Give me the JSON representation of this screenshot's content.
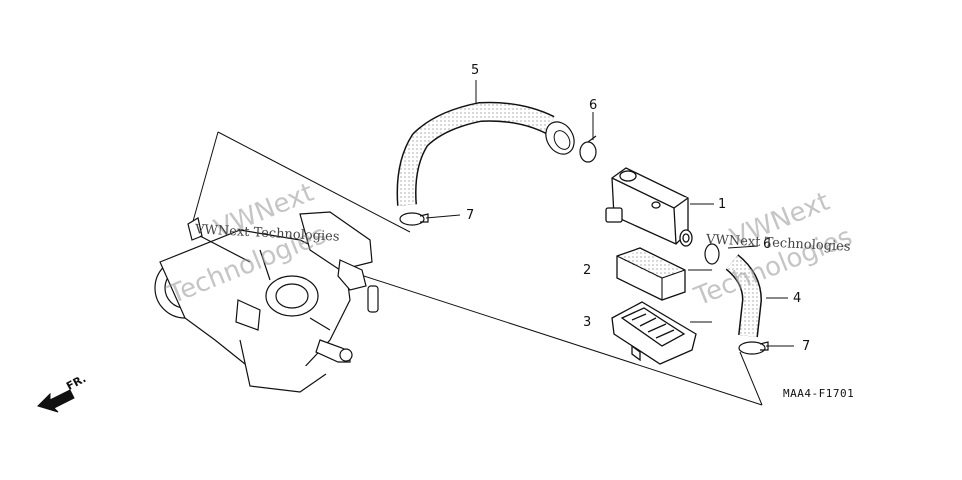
{
  "callouts": [
    {
      "id": "1",
      "text": "1"
    },
    {
      "id": "2",
      "text": "2"
    },
    {
      "id": "3",
      "text": "3"
    },
    {
      "id": "4",
      "text": "4"
    },
    {
      "id": "5",
      "text": "5"
    },
    {
      "id": "6a",
      "text": "6"
    },
    {
      "id": "6b",
      "text": "6"
    },
    {
      "id": "7a",
      "text": "7"
    },
    {
      "id": "7b",
      "text": "7"
    }
  ],
  "diagram_code": "MAA4-F1701",
  "direction_label": "FR.",
  "watermark": {
    "brand_top": "VWNext",
    "brand_bottom": "Technologies",
    "brand_line": "VWNext Technologies"
  },
  "colors": {
    "line": "#111111",
    "watermark": "#9a9a9a"
  }
}
